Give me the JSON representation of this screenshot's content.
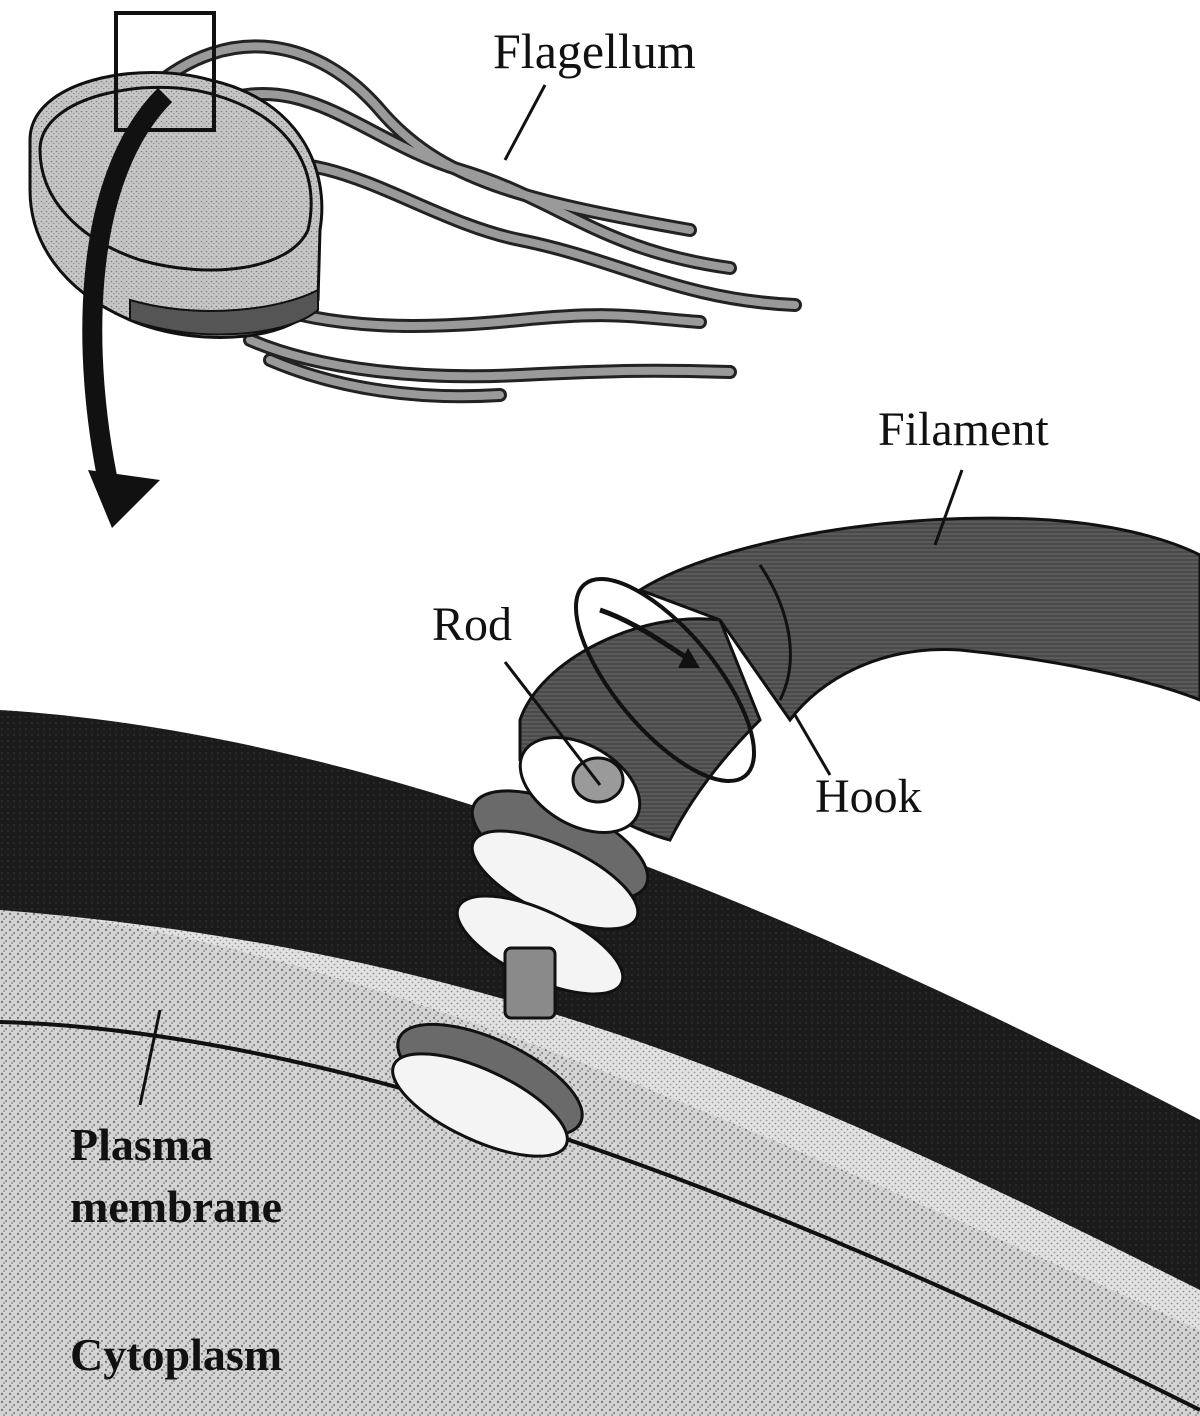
{
  "labels": {
    "flagellum": "Flagellum",
    "filament": "Filament",
    "rod": "Rod",
    "hook": "Hook",
    "plasma_line1": "Plasma",
    "plasma_line2": "membrane",
    "cytoplasm": "Cytoplasm"
  },
  "colors": {
    "background": "#ffffff",
    "outline": "#111111",
    "cell_wall": "#1a1a1a",
    "cytoplasm": "#d9d9d9",
    "periplasm": "#e8e8e8",
    "filament": "#5a5a5a",
    "cell_body": "#bdbdbd",
    "flagella": "#8a8a8a",
    "ring_light": "#f4f4f4"
  }
}
